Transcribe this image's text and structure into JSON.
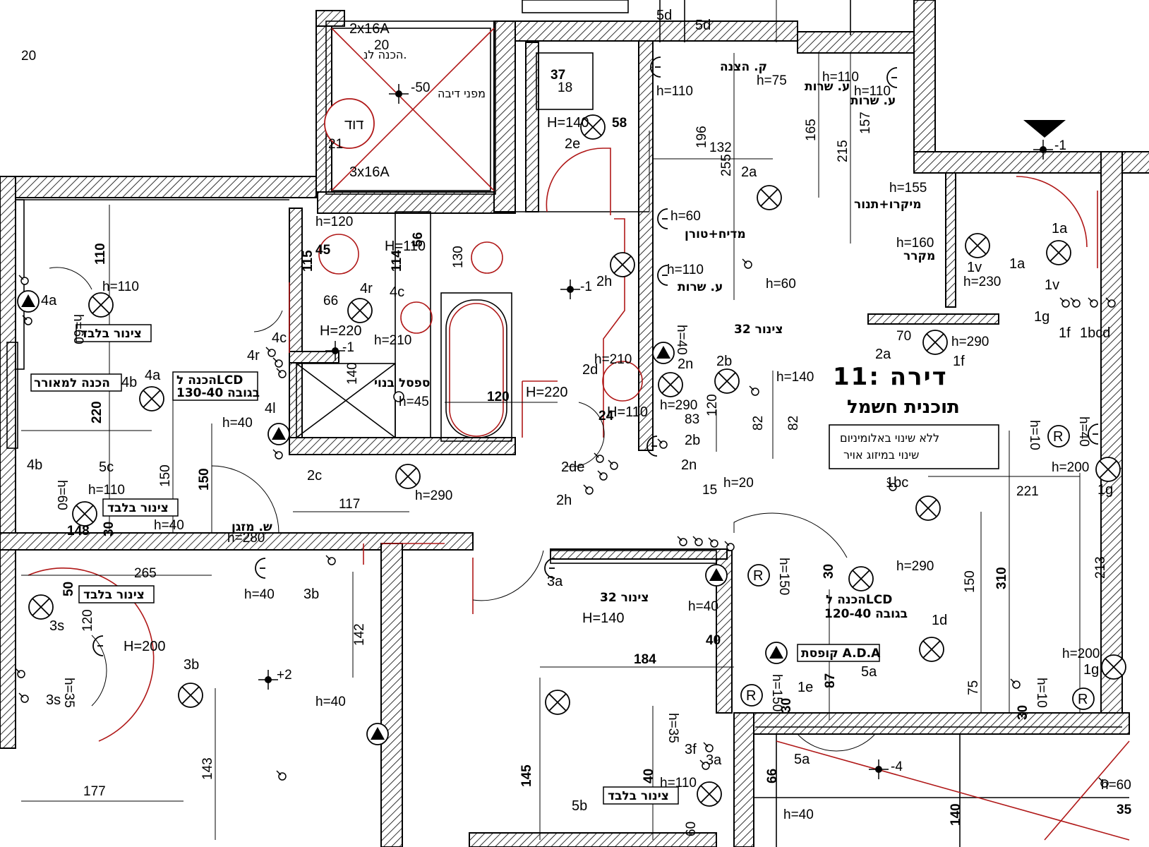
{
  "title": {
    "main": "דירה :11",
    "sub": "תוכנית חשמל"
  },
  "notes": {
    "line1": "ללא שינוי באלומיניום",
    "line2": "שינוי במיזוג אויר"
  },
  "labels": {
    "boiler": "דוד",
    "fan": "מפני דיבה",
    "prep_boiler": "הכנה לנ.",
    "sofa_prep": "הכנה למאורר",
    "lcd1_a": "הכנה לLCD",
    "lcd1_b": "בגובה 130-40",
    "lcd2_a": "הכנה לLCD",
    "lcd2_b": "בגובה 120-40",
    "pipe1": "צינור בלבד",
    "pipe2": "צינור בלבד",
    "pipe3": "צינור בלבד",
    "pipe4": "צינור בלבד",
    "pipe32a": "צינור 32",
    "pipe32b": "צינור 32",
    "bath": "ספסל בנוי",
    "dryer": "מדיח+טורן",
    "micro": "מיקרו+תנור",
    "fridge": "מקרר",
    "service1": "ע. שרות",
    "service2": "ע. שרות",
    "service3": "ע. שרות",
    "hood": "ק. הצנה",
    "ada": "קופסת A.D.A",
    "shower": "ש. מזגן"
  },
  "codes": [
    "2x16A",
    "3x16A",
    "1a",
    "1a",
    "1v",
    "1v",
    "1g",
    "1f",
    "1bcd",
    "1f",
    "1bc",
    "1g",
    "1d",
    "1g",
    "1e",
    "2a",
    "2a",
    "2b",
    "2b",
    "2c",
    "2d",
    "2de",
    "2e",
    "2h",
    "2h",
    "2n",
    "2n",
    "3a",
    "3a",
    "3b",
    "3b",
    "3s",
    "3s",
    "3f",
    "4a",
    "4a",
    "4b",
    "4b",
    "4c",
    "4c",
    "4r",
    "4r",
    "4l",
    "5c",
    "5a",
    "5a",
    "5b",
    "5d",
    "5d"
  ],
  "dims": [
    "110",
    "220",
    "150",
    "150",
    "117",
    "265",
    "177",
    "143",
    "142",
    "145",
    "184",
    "221",
    "310",
    "213",
    "150",
    "75",
    "196",
    "132",
    "255",
    "165",
    "215",
    "157",
    "120",
    "83",
    "82",
    "82",
    "140",
    "87",
    "66",
    "140",
    "35",
    "60",
    "45",
    "56",
    "114",
    "115",
    "66",
    "120",
    "58",
    "24",
    "40",
    "40",
    "30",
    "30",
    "30",
    "30",
    "50",
    "148",
    "120",
    "130",
    "70",
    "20",
    "15",
    "37",
    "18",
    "20",
    "21"
  ],
  "heights": [
    "h=110",
    "h=60",
    "h=110",
    "h=60",
    "h=40",
    "h=280",
    "h=40",
    "H=200",
    "h=35",
    "h=40",
    "h=120",
    "H=110",
    "H=220",
    "h=210",
    "h=45",
    "h=40",
    "h=290",
    "H=140",
    "h=210",
    "H=110",
    "H=220",
    "h=290",
    "h=110",
    "h=60",
    "h=110",
    "h=60",
    "h=40",
    "h=140",
    "h=75",
    "h=110",
    "h=110",
    "h=155",
    "h=160",
    "h=230",
    "h=290",
    "h=200",
    "h=10",
    "h=40",
    "h=20",
    "h=290",
    "h=150",
    "h=40",
    "h=150",
    "h=200",
    "h=10",
    "h=110",
    "h=35",
    "h=60",
    "h=40",
    "-50",
    "-1",
    "-1",
    "+2",
    "-4",
    "H=140",
    "-1"
  ]
}
